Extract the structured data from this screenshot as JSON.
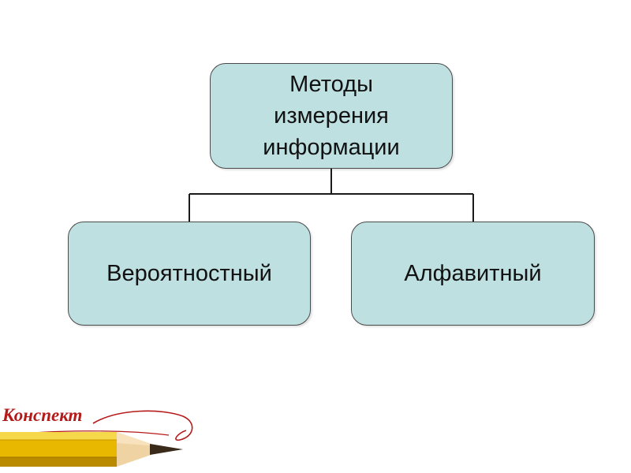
{
  "diagram": {
    "root": {
      "label": "Методы\nизмерения\nинформации"
    },
    "children": [
      {
        "label": "Вероятностный"
      },
      {
        "label": "Алфавитный"
      }
    ]
  },
  "logo": {
    "text": "Конспект",
    "color": "#b51a1a",
    "icon": "pencil-icon"
  },
  "colors": {
    "node_fill": "#bfe0e1",
    "node_border": "#4a4a4a",
    "connector": "#1a1a1a"
  }
}
